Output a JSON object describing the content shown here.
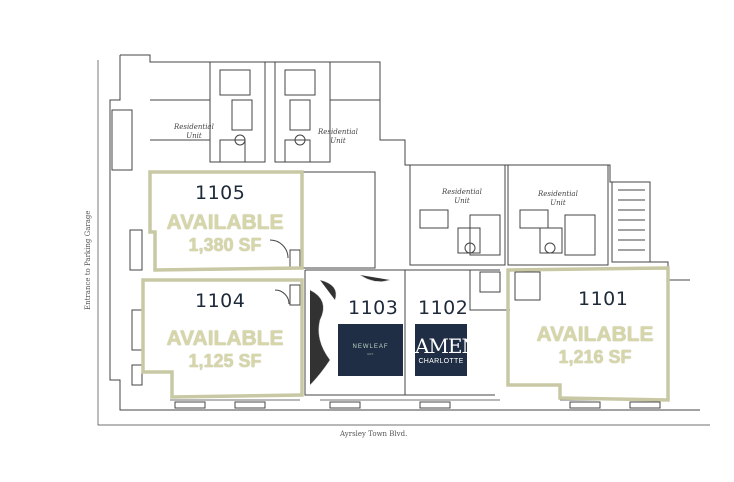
{
  "units": [
    {
      "id": "1105",
      "status": "AVAILABLE",
      "area": "1,380 SF"
    },
    {
      "id": "1104",
      "status": "AVAILABLE",
      "area": "1,125 SF"
    },
    {
      "id": "1103"
    },
    {
      "id": "1102"
    },
    {
      "id": "1101",
      "status": "AVAILABLE",
      "area": "1,216 SF"
    }
  ],
  "residential_label": {
    "line1": "Residential",
    "line2": "Unit"
  },
  "street_label": "Ayrsley Town Blvd.",
  "side_label": "Entrance to Parking Garage",
  "tenants": {
    "newleaf": {
      "name": "NEWLEAF",
      "tagline": "EST."
    },
    "amen": {
      "name": "AMEN",
      "city": "CHARLOTTE"
    }
  },
  "colors": {
    "outline": "#c8c8a4",
    "logo_bg": "#1f2e44",
    "available_text": "#d6d6a8"
  }
}
